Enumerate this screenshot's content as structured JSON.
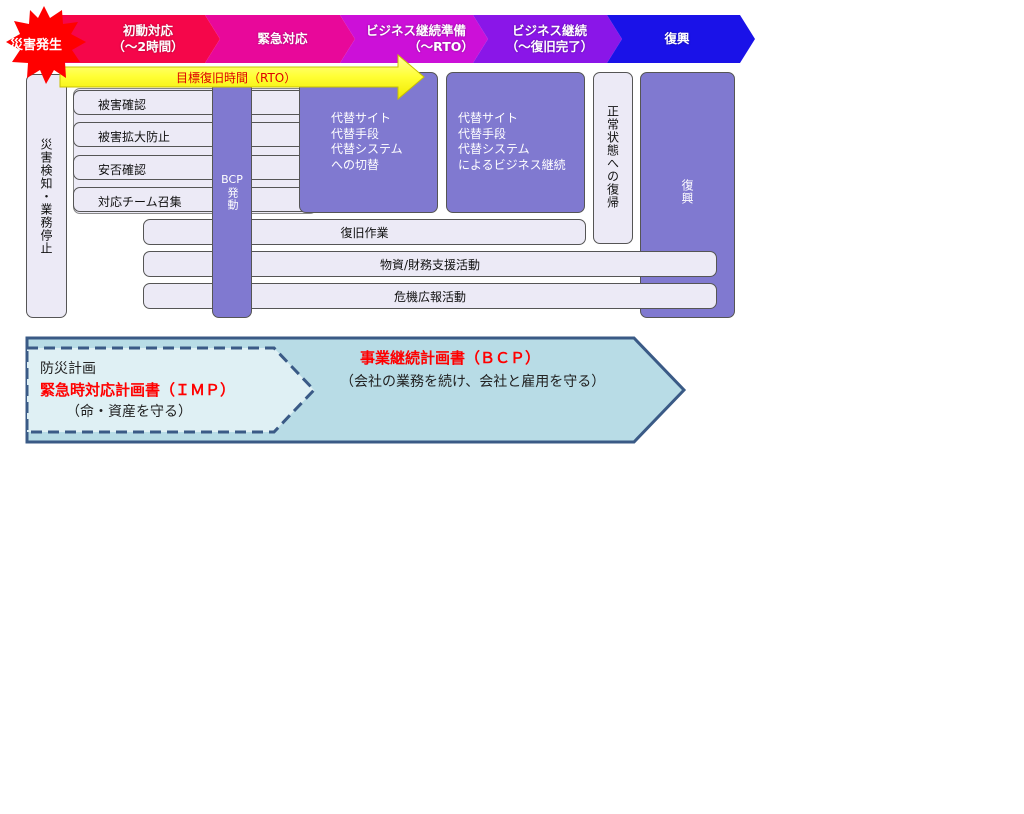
{
  "burst": {
    "label": "災害発生"
  },
  "phases": [
    {
      "line1": "初動対応",
      "line2": "（～2時間）",
      "color": "#f5064a"
    },
    {
      "line1": "緊急対応",
      "line2": "",
      "color": "#e8089a"
    },
    {
      "line1": "ビジネス継続準備",
      "line2": "（～RTO）",
      "color": "#cc10d8"
    },
    {
      "line1": "ビジネス継続",
      "line2": "（～復旧完了）",
      "color": "#8a16e8"
    },
    {
      "line1": "復興",
      "line2": "",
      "color": "#1a12e8"
    }
  ],
  "rto_arrow": {
    "label": "目標復旧時間（RTO）"
  },
  "detect_stop": {
    "label": "災害検知・業務停止"
  },
  "bcp_invoke": {
    "label1": "BCP",
    "label2": "発動"
  },
  "initial_tasks": [
    "被害確認",
    "被害拡大防止",
    "安否確認",
    "対応チーム召集"
  ],
  "switch_box": {
    "lines": [
      "代替サイト",
      "代替手段",
      "代替システム",
      "への切替"
    ]
  },
  "continue_box": {
    "lines": [
      "代替サイト",
      "代替手段",
      "代替システム",
      "によるビジネス継続"
    ]
  },
  "normal_return": {
    "label": "正常状態への復帰"
  },
  "revival": {
    "label": "復興"
  },
  "long_tasks": [
    "復旧作業",
    "物資/財務支援活動",
    "危機広報活動"
  ],
  "plans": {
    "disaster_plan": "防災計画",
    "imp_title": "緊急時対応計画書（ＩＭＰ）",
    "imp_desc": "（命・資産を守る）",
    "bcp_title": "事業継続計画書（ＢＣＰ）",
    "bcp_desc": "（会社の業務を続け、会社と雇用を守る）"
  },
  "colors": {
    "accent_red": "#ff0000",
    "box_purple": "#8079d0",
    "box_light": "#eceaf6",
    "bcp_fill": "#b8dce6",
    "imp_fill": "#dff0f4",
    "border_blue": "#3a5a86"
  }
}
